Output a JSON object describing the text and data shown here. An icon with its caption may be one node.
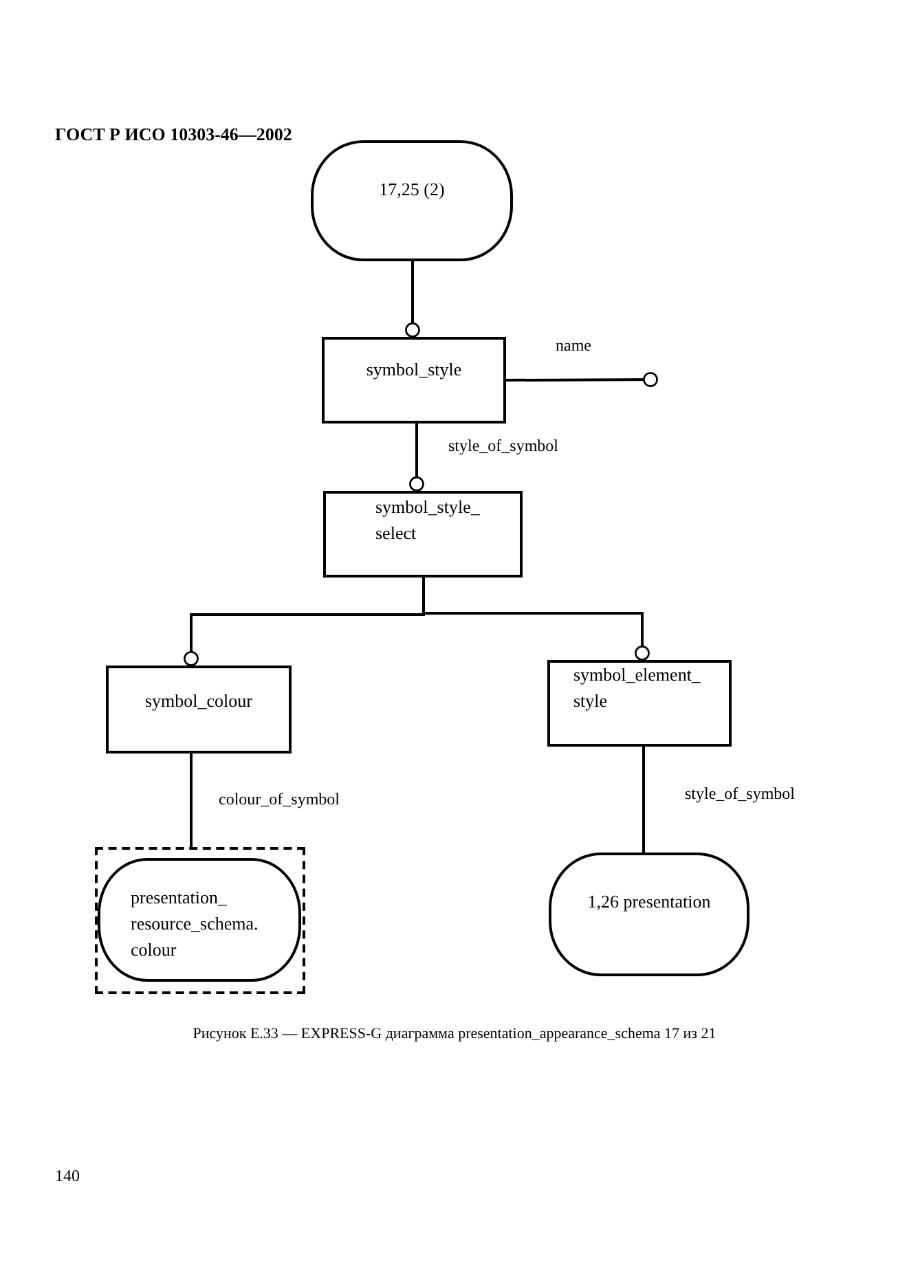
{
  "diagram": {
    "caption": "Рисунок Е.33 — EXPRESS-G диаграмма presentation_appearance_schema 17 из 21",
    "nodes": [
      {
        "text": [
          "17,25 (2)"
        ]
      },
      {
        "text": [
          "symbol_style"
        ]
      },
      {
        "text": [
          "symbol_style_ select"
        ]
      },
      {
        "text": [
          "symbol_colour"
        ]
      },
      {
        "text": [
          "symbol_element_ style"
        ]
      },
      {
        "text": [
          "presentation_ resource_schema. colour"
        ]
      },
      {
        "text": [
          "1,26 presentation"
        ]
      }
    ],
    "edges": [
      {
        "from": 0,
        "to": 1,
        "arrow": "other"
      },
      {
        "from": 1,
        "to": null,
        "arrow": "other",
        "label": "name"
      },
      {
        "from": 1,
        "to": 2,
        "arrow": "other",
        "label": "style_of_symbol"
      },
      {
        "from": 2,
        "to": 3,
        "arrow": "other"
      },
      {
        "from": 2,
        "to": 4,
        "arrow": "other"
      },
      {
        "from": 3,
        "to": 5,
        "arrow": "none",
        "label": "colour_of_symbol"
      },
      {
        "from": 4,
        "to": 6,
        "arrow": "none",
        "label": "style_of_symbol"
      }
    ],
    "labels": [
      "ГОСТ Р ИСО 10303-46—2002",
      "140"
    ]
  }
}
